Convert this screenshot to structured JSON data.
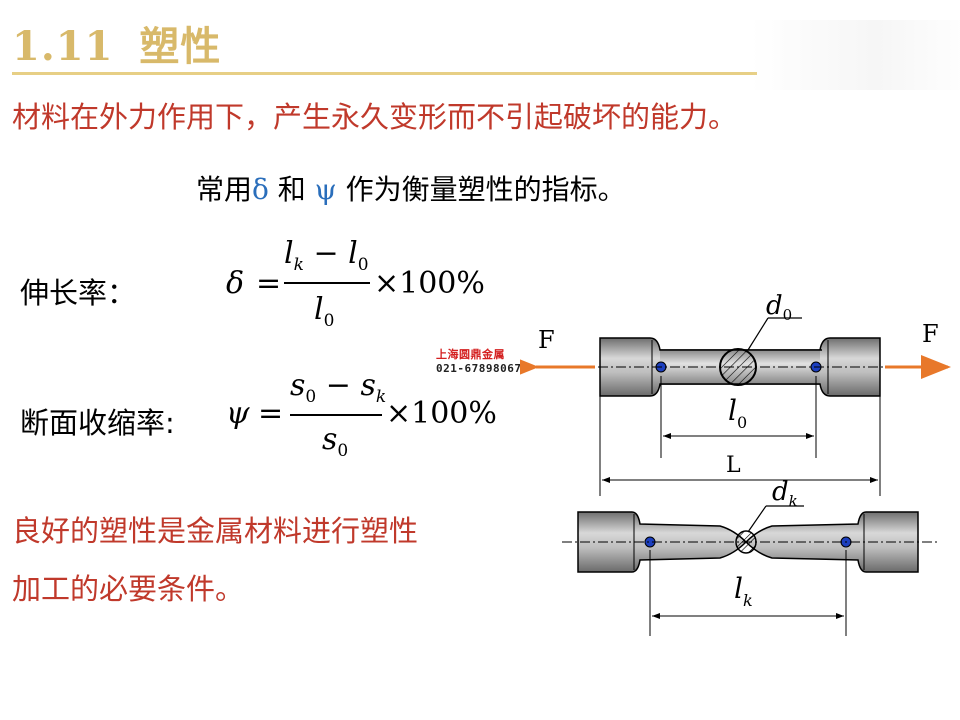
{
  "title": {
    "number": "1.11",
    "text": "塑性"
  },
  "definition": "材料在外力作用下，产生永久变形而不引起破坏的能力。",
  "indicators": {
    "prefix": "常用",
    "delta": "δ",
    "and": "和",
    "psi": "ψ",
    "suffix": "作为衡量塑性的指标。"
  },
  "elongation": {
    "label": "伸长率：",
    "symbol": "δ",
    "multiplier": "×100%"
  },
  "reduction": {
    "label": "断面收缩率:",
    "symbol": "ψ",
    "multiplier": "×100%"
  },
  "conclusion": {
    "line1": "良好的塑性是金属材料进行塑性",
    "line2": "加工的必要条件。"
  },
  "watermark": {
    "company": "上海圆鼎金属",
    "phone": "021-67898067"
  },
  "diagram": {
    "force_left": "F",
    "force_right": "F",
    "gauge_before": "l0",
    "total_length": "L",
    "diameter_before": "d0",
    "diameter_after": "dk",
    "gauge_after": "lk",
    "accent_color": "#e8782a",
    "point_color": "#1c3fbf"
  }
}
